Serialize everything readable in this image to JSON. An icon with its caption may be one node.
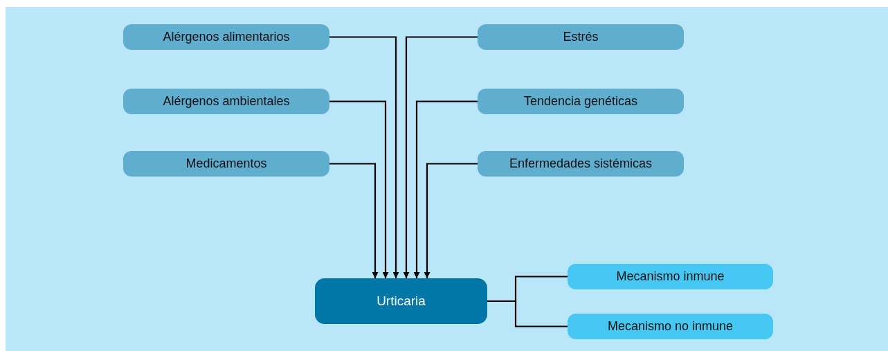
{
  "diagram": {
    "nodes": [
      {
        "text": [
          "Alérgenos alimentarios"
        ]
      },
      {
        "text": [
          "Estrés"
        ]
      },
      {
        "text": [
          "Alérgenos ambientales"
        ]
      },
      {
        "text": [
          "Tendencia genéticas"
        ]
      },
      {
        "text": [
          "Medicamentos"
        ]
      },
      {
        "text": [
          "Enfermedades sistémicas"
        ]
      },
      {
        "text": [
          "Urticaria"
        ]
      },
      {
        "text": [
          "Mecanismo inmune"
        ]
      },
      {
        "text": [
          "Mecanismo no inmune"
        ]
      }
    ],
    "edges": [
      {
        "from": 0,
        "to": 6,
        "arrow": "to"
      },
      {
        "from": 1,
        "to": 6,
        "arrow": "to"
      },
      {
        "from": 2,
        "to": 6,
        "arrow": "to"
      },
      {
        "from": 3,
        "to": 6,
        "arrow": "to"
      },
      {
        "from": 4,
        "to": 6,
        "arrow": "to"
      },
      {
        "from": 5,
        "to": 6,
        "arrow": "to"
      },
      {
        "from": 6,
        "to": 7,
        "arrow": "none"
      },
      {
        "from": 6,
        "to": 8,
        "arrow": "none"
      }
    ]
  }
}
